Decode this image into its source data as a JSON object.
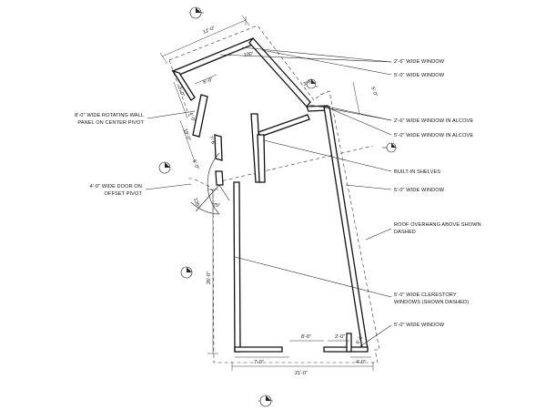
{
  "annotations": {
    "window_2_6_top": "2'-6\" WIDE WINDOW",
    "window_5_0_top": "5'-0\" WIDE WINDOW",
    "window_2_6_alcove": "2'-6\" WIDE WINDOW IN ALCOVE",
    "window_5_0_alcove": "5'-0\" WIDE WINDOW IN ALCOVE",
    "builtin_shelves": "BUILT-IN SHELVES",
    "window_5_0_mid": "5'-0\" WIDE WINDOW",
    "roof_overhang_1": "ROOF OVERHANG ABOVE SHOWN",
    "roof_overhang_2": "DASHED",
    "clerestory_1": "5'-0\" WIDE CLERESTORY",
    "clerestory_2": "WINDOWS (SHOWN DASHED)",
    "window_5_0_bottom": "5'-0\" WIDE WINDOW",
    "rotating_panel_1": "8'-0\" WIDE ROTATING WALL",
    "rotating_panel_2": "PANEL ON CENTER PIVOT",
    "door_1": "4'-0\" WIDE DOOR ON",
    "door_2": "OFFSET PIVOT"
  },
  "dimensions": {
    "d_12_0": "12'-0\"",
    "d_100": "100°",
    "d_3_6": "3'-6\"",
    "d_6_0": "6'-0\"",
    "d_5_0a": "5'-0\"",
    "d_5_0b": "5'-0\"",
    "d_4_0": "4'-0\"",
    "d_18_0": "18'-0\"",
    "d_7_6": "7'-6\"",
    "d_6_0b": "6'-0\"",
    "d_26_0": "26'-0\"",
    "d_135": "135°",
    "d_75": "75°",
    "d_8_0": "8'-0\"",
    "d_2_0": "2'-0\"",
    "d_7_0": "7'-0\"",
    "d_21_0": "21'-0\"",
    "d_4_0b": "4'-0\"",
    "d_6_0c": "6'-0\""
  }
}
